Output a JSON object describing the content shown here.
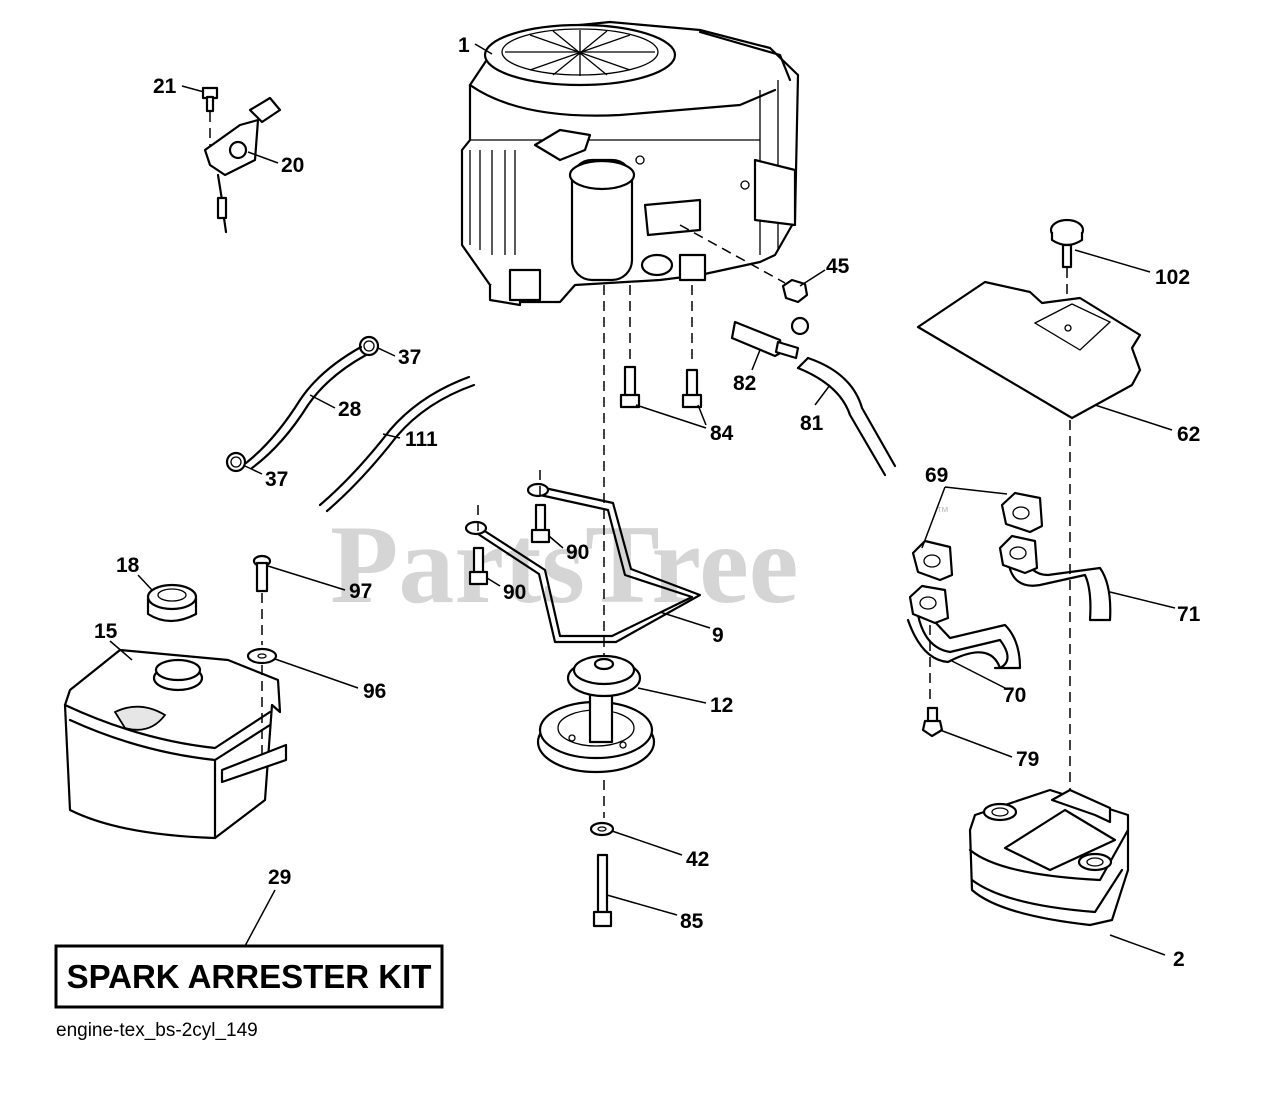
{
  "watermark": {
    "text": "PartsTree",
    "trademark": "™"
  },
  "kit_box": {
    "text": "SPARK ARRESTER KIT"
  },
  "diagram_code": "engine-tex_bs-2cyl_149",
  "callouts": {
    "c1": "1",
    "c2": "2",
    "c9": "9",
    "c12": "12",
    "c15": "15",
    "c18": "18",
    "c20": "20",
    "c21": "21",
    "c28": "28",
    "c29": "29",
    "c37a": "37",
    "c37b": "37",
    "c42": "42",
    "c45": "45",
    "c62": "62",
    "c69": "69",
    "c70": "70",
    "c71": "71",
    "c79": "79",
    "c81": "81",
    "c82": "82",
    "c84": "84",
    "c85": "85",
    "c90a": "90",
    "c90b": "90",
    "c96": "96",
    "c97": "97",
    "c102": "102",
    "c111": "111"
  }
}
